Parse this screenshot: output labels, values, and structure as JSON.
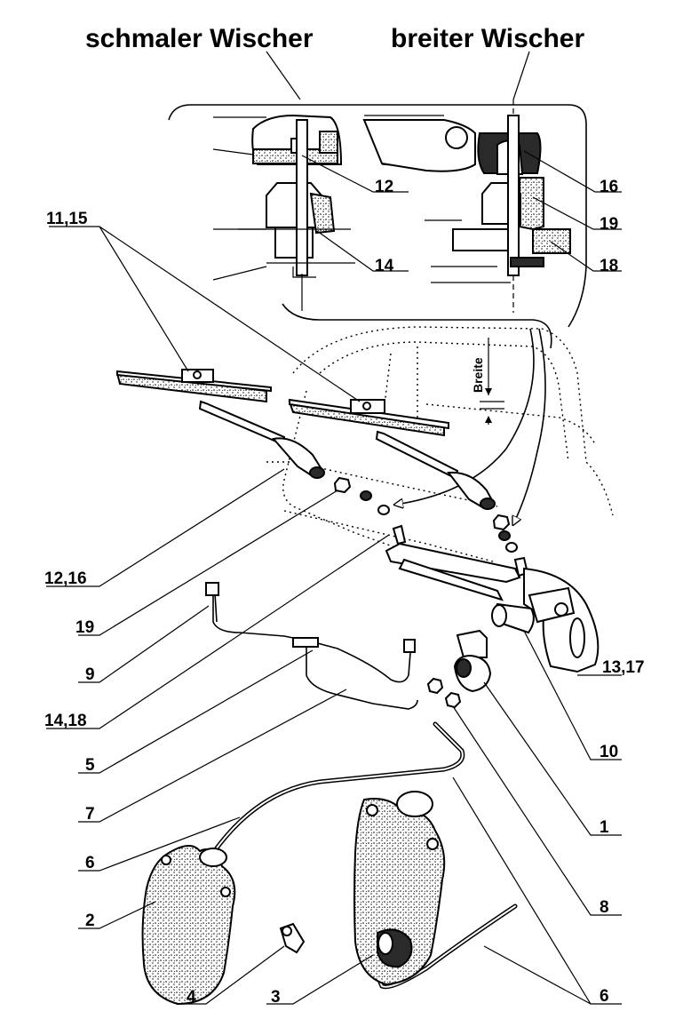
{
  "headings": {
    "narrow_wiper": "schmaler Wischer",
    "wide_wiper": "breiter Wischer"
  },
  "dimension_label": "Breite",
  "callouts": {
    "c12": "12",
    "c14": "14",
    "c16": "16",
    "c19_top": "19",
    "c18": "18",
    "c11_15": "11,15",
    "c12_16": "12,16",
    "c19": "19",
    "c9": "9",
    "c14_18": "14,18",
    "c5": "5",
    "c7": "7",
    "c6_mid": "6",
    "c2": "2",
    "c4": "4",
    "c3": "3",
    "c13_17": "13,17",
    "c10": "10",
    "c1": "1",
    "c8": "8",
    "c6_bottom": "6"
  }
}
